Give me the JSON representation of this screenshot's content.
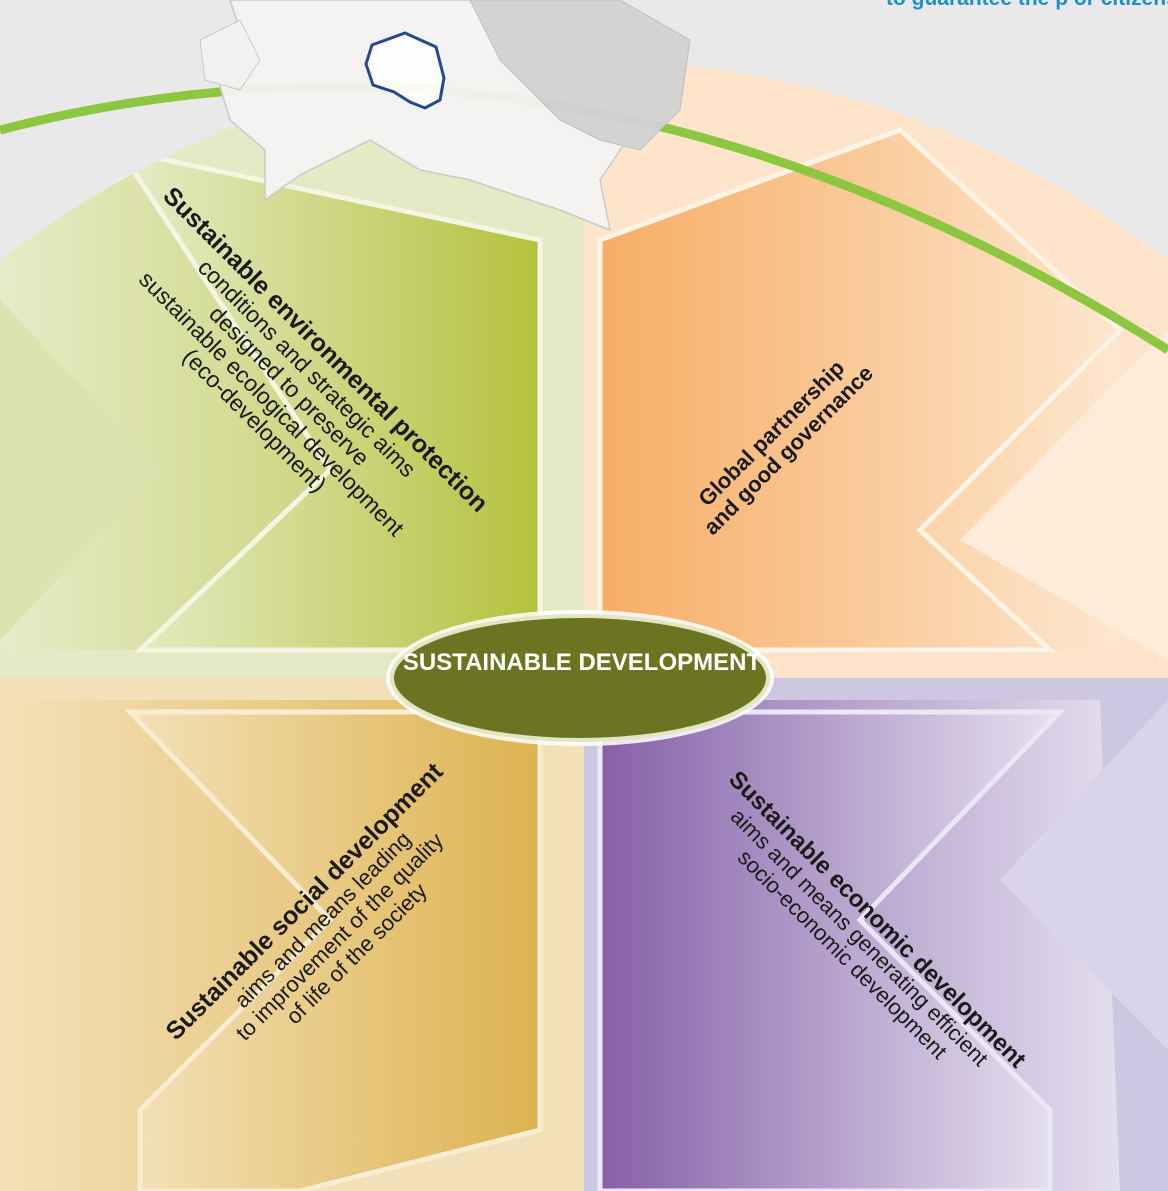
{
  "caption": {
    "line1": "to guarantee the p",
    "line2": "or citizens not only"
  },
  "center": {
    "line1": "SUSTAINABLE",
    "line2": "DEVELOPMENT"
  },
  "environmental": {
    "title": "Sustainable environmental protection",
    "lines": [
      "conditions and strategic aims",
      "designed to preserve",
      "sustainable ecological development",
      "(eco-development)"
    ]
  },
  "global": {
    "line1": "Global partnership",
    "line2": "and good governance"
  },
  "social": {
    "title": "Sustainable social development",
    "lines": [
      "aims and means leading",
      "to improvement of the quality",
      "of life of the society"
    ]
  },
  "economic": {
    "title": "Sustainable economic development",
    "lines": [
      "aims and means generating efficient",
      "socio-economic development"
    ]
  },
  "colors": {
    "environmental": "#b7c442",
    "global": "#f6b36e",
    "social": "#dfb55a",
    "economic": "#8a67ad",
    "center": "#6b7420",
    "arc": "#8dc63f",
    "caption": "#1d8fcf",
    "poland_outline": "#1f3f8f"
  }
}
